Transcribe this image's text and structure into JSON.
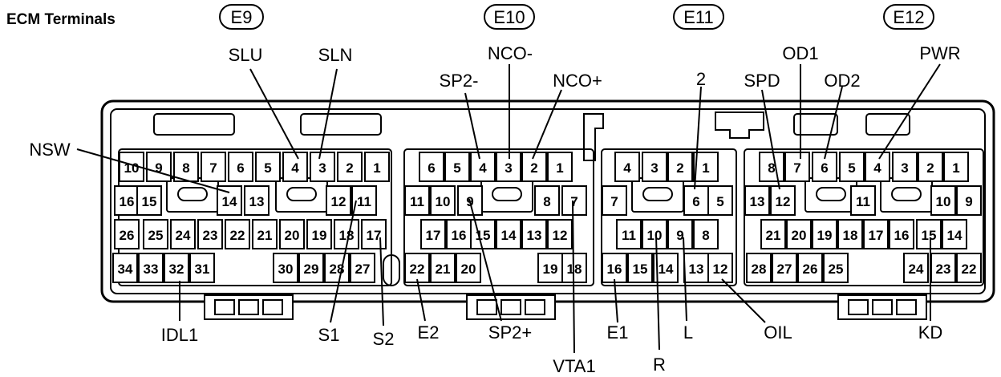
{
  "title": "ECM Terminals",
  "connectors": [
    {
      "id": "e9",
      "label": "E9"
    },
    {
      "id": "e10",
      "label": "E10"
    },
    {
      "id": "e11",
      "label": "E11"
    },
    {
      "id": "e12",
      "label": "E12"
    }
  ],
  "signals": [
    {
      "id": "slu",
      "text": "SLU"
    },
    {
      "id": "sln",
      "text": "SLN"
    },
    {
      "id": "nsw",
      "text": "NSW"
    },
    {
      "id": "idl1",
      "text": "IDL1"
    },
    {
      "id": "s1",
      "text": "S1"
    },
    {
      "id": "s2",
      "text": "S2"
    },
    {
      "id": "sp2minus",
      "text": "SP2-"
    },
    {
      "id": "nco-minus",
      "text": "NCO-"
    },
    {
      "id": "nco-plus",
      "text": "NCO+"
    },
    {
      "id": "e2",
      "text": "E2"
    },
    {
      "id": "sp2plus",
      "text": "SP2+"
    },
    {
      "id": "vta1",
      "text": "VTA1"
    },
    {
      "id": "two",
      "text": "2"
    },
    {
      "id": "e1",
      "text": "E1"
    },
    {
      "id": "r",
      "text": "R"
    },
    {
      "id": "l",
      "text": "L"
    },
    {
      "id": "oil",
      "text": "OIL"
    },
    {
      "id": "spd",
      "text": "SPD"
    },
    {
      "id": "od1",
      "text": "OD1"
    },
    {
      "id": "od2",
      "text": "OD2"
    },
    {
      "id": "pwr",
      "text": "PWR"
    },
    {
      "id": "kd",
      "text": "KD"
    }
  ],
  "pins": {
    "e9": [
      "10",
      "9",
      "8",
      "7",
      "6",
      "5",
      "4",
      "3",
      "2",
      "1",
      "16",
      "15",
      "14",
      "13",
      "12",
      "11",
      "26",
      "25",
      "24",
      "23",
      "22",
      "21",
      "20",
      "19",
      "18",
      "17",
      "34",
      "33",
      "32",
      "31",
      "30",
      "29",
      "28",
      "27"
    ],
    "e10": [
      "6",
      "5",
      "4",
      "3",
      "2",
      "1",
      "11",
      "10",
      "9",
      "8",
      "7",
      "17",
      "16",
      "15",
      "14",
      "13",
      "12",
      "22",
      "21",
      "20",
      "19",
      "18"
    ],
    "e11": [
      "4",
      "3",
      "2",
      "1",
      "7",
      "6",
      "5",
      "11",
      "10",
      "9",
      "8",
      "16",
      "15",
      "14",
      "13",
      "12"
    ],
    "e12": [
      "8",
      "7",
      "6",
      "5",
      "4",
      "3",
      "2",
      "1",
      "13",
      "12",
      "11",
      "10",
      "9",
      "21",
      "20",
      "19",
      "18",
      "17",
      "16",
      "15",
      "14",
      "28",
      "27",
      "26",
      "25",
      "24",
      "23",
      "22"
    ]
  }
}
